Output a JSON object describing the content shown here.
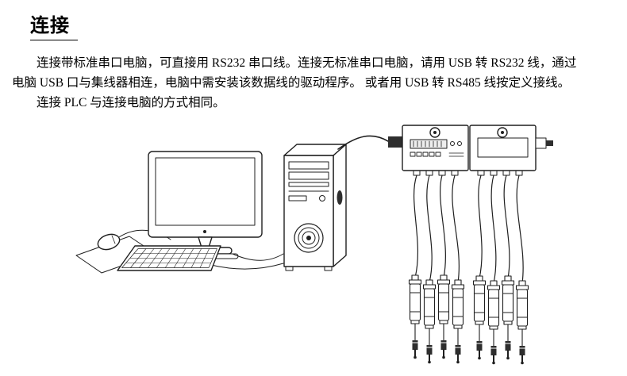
{
  "document": {
    "title": "连接",
    "lines": [
      "连接带标准串口电脑，可直接用 RS232 串口线。连接无标准串口电脑，请用 USB 转 RS232 线，通过",
      "电脑 USB 口与集线器相连，电脑中需安装该数据线的驱动程序。 或者用 USB 转 RS485 线按定义接线。",
      "连接 PLC 与连接电脑的方式相同。"
    ],
    "figure": {
      "name": "pc-usb-hub-sensor-wiring-illustration",
      "elements": [
        "desktop-monitor",
        "keyboard",
        "mouse",
        "mouse-pad",
        "pc-tower",
        "usb-cable",
        "hub-module-left",
        "hub-module-right",
        "sensor-cables",
        "sensors",
        "bottom-plugs"
      ],
      "colors": {
        "ink": "#1f1f1f",
        "paper": "#ffffff",
        "plug_fill": "#2e2e2e"
      }
    }
  }
}
